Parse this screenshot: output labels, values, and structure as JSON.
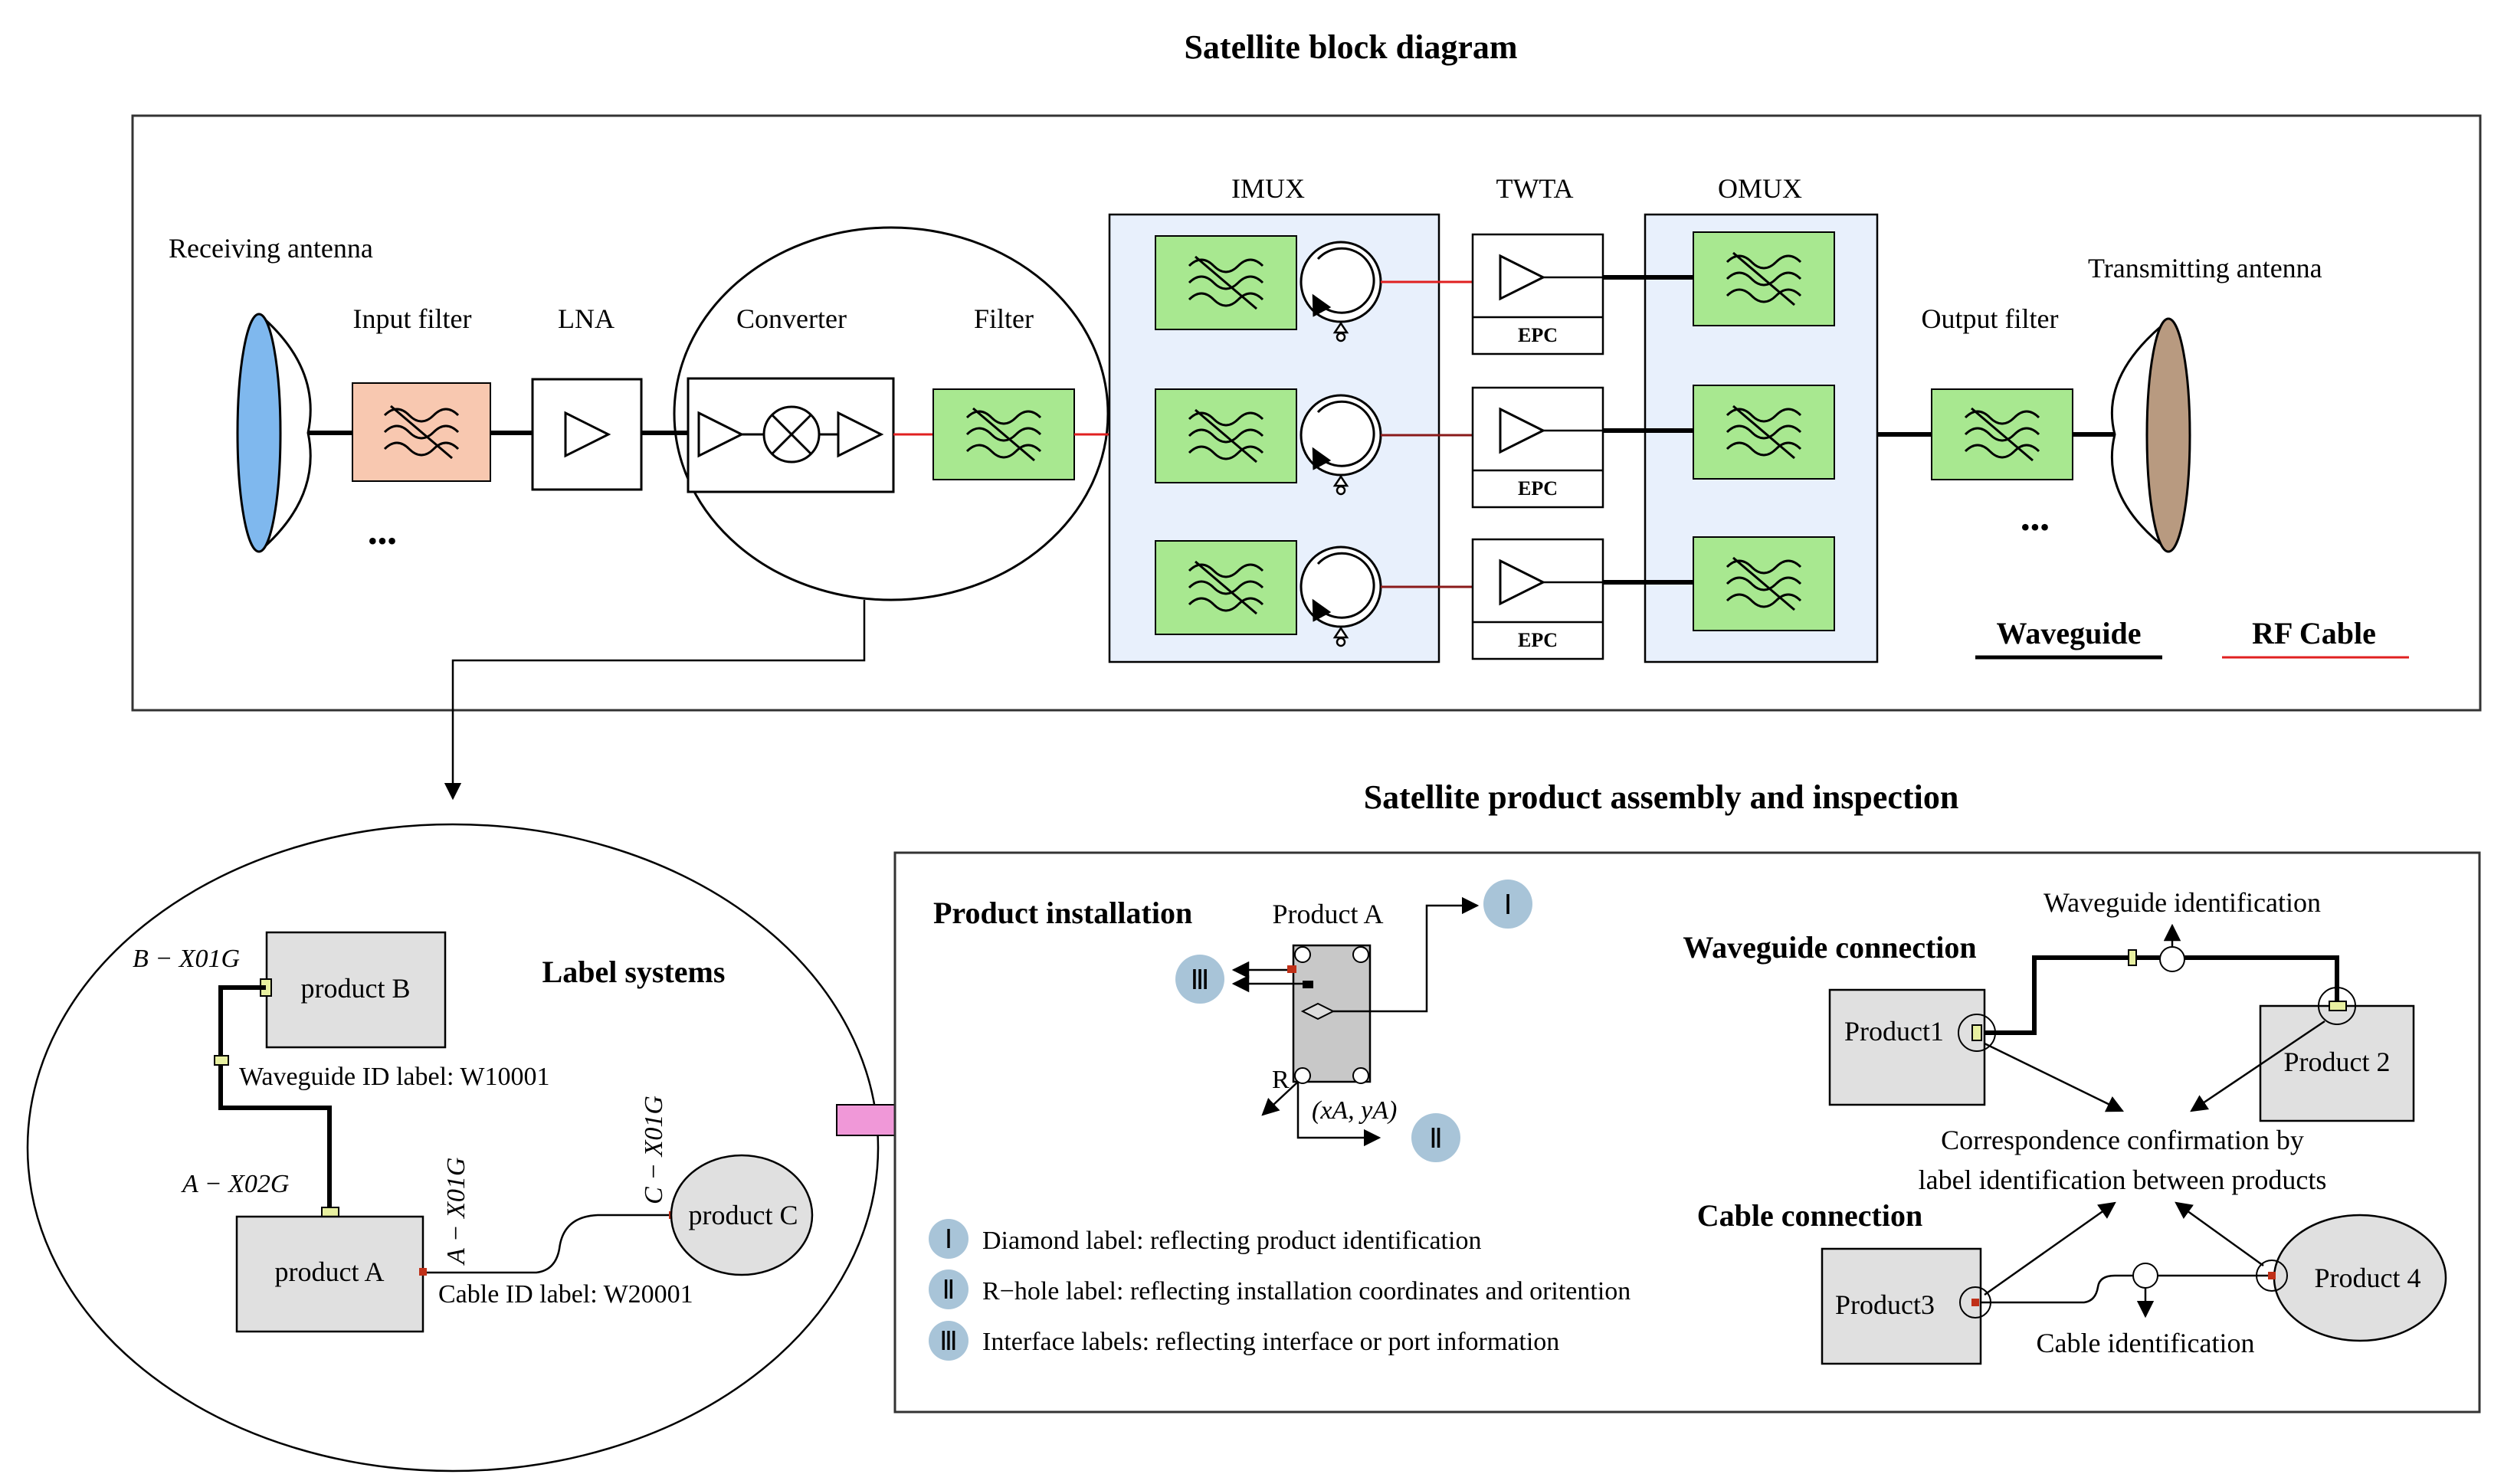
{
  "titles": {
    "top": "Satellite block diagram",
    "bottom": "Satellite product assembly and inspection"
  },
  "block": {
    "receiving_antenna": "Receiving antenna",
    "input_filter": "Input filter",
    "lna": "LNA",
    "converter": "Converter",
    "filter": "Filter",
    "imux": "IMUX",
    "twta": "TWTA",
    "omux": "OMUX",
    "epc": "EPC",
    "output_filter": "Output filter",
    "transmitting_antenna": "Transmitting antenna",
    "ellipsis": "•••",
    "legend_waveguide": "Waveguide",
    "legend_rf": "RF Cable"
  },
  "labels_panel": {
    "title": "Label systems",
    "product_a": "product A",
    "product_b": "product B",
    "product_c": "product C",
    "b_x01g": "B − X01G",
    "a_x02g": "A − X02G",
    "a_x01g": "A − X01G",
    "c_x01g": "C − X01G",
    "waveguide_id": "Waveguide ID label: W10001",
    "cable_id": "Cable ID label: W20001"
  },
  "inspection": {
    "product_installation": "Product installation",
    "product_a": "Product A",
    "r": "R",
    "coord": "(xA, yA)",
    "numeral_1": "Ⅰ",
    "numeral_2": "Ⅱ",
    "numeral_3": "Ⅲ",
    "legend_1": "Diamond label: reflecting product identification",
    "legend_2": "R−hole label: reflecting installation coordinates and oritention",
    "legend_3": "Interface labels: reflecting interface or port information",
    "waveguide_connection": "Waveguide connection",
    "waveguide_identification": "Waveguide identification",
    "product1": "Product1",
    "product2": "Product 2",
    "correspondence_1": "Correspondence confirmation by",
    "correspondence_2": "label identification between products",
    "cable_connection": "Cable connection",
    "product3": "Product3",
    "product4": "Product 4",
    "cable_identification": "Cable identification"
  },
  "colors": {
    "receive_antenna": "#7fb8ee",
    "transmit_antenna": "#b89a80",
    "input_filter": "#f8c8b0",
    "green_filter": "#a8e890",
    "mux_bg": "#e8f0fc",
    "product_grey": "#e0e0e0",
    "numeral_circle": "#a8c4d8",
    "rf_red": "#e02020",
    "pink_arrow": "#f098d8"
  }
}
